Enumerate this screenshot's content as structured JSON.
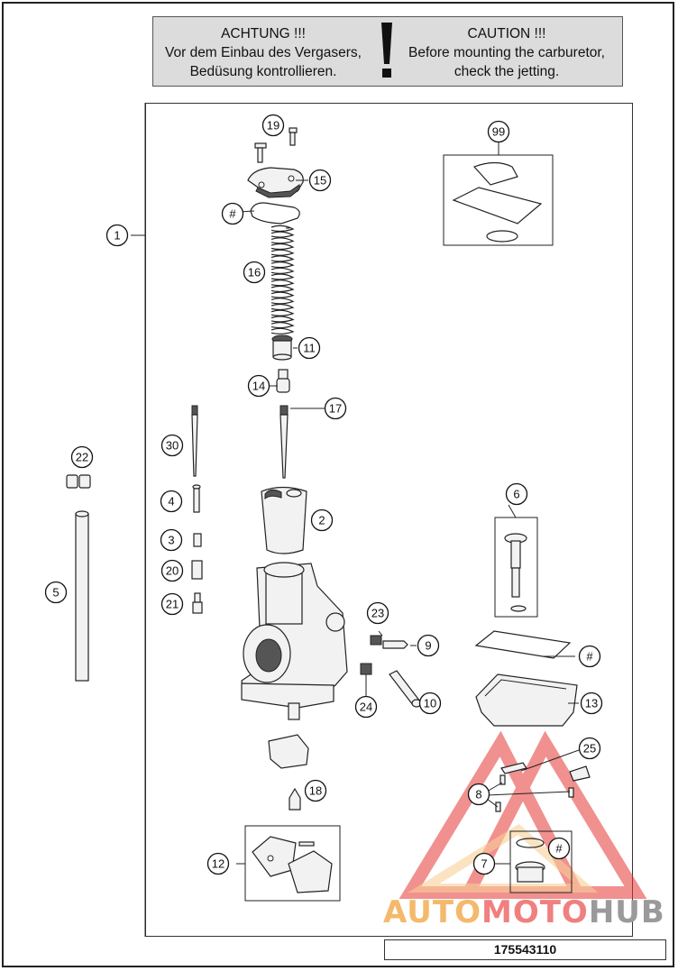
{
  "warning": {
    "de_title": "ACHTUNG !!!",
    "de_line1": "Vor dem Einbau des Vergasers,",
    "de_line2": "Bedüsung kontrollieren.",
    "en_title": "CAUTION !!!",
    "en_line1": "Before mounting the carburetor,",
    "en_line2": "check the jetting."
  },
  "callouts": [
    "1",
    "2",
    "3",
    "4",
    "5",
    "6",
    "7",
    "8",
    "9",
    "10",
    "11",
    "12",
    "13",
    "14",
    "15",
    "16",
    "17",
    "18",
    "19",
    "20",
    "21",
    "22",
    "23",
    "24",
    "25",
    "30",
    "99",
    "#",
    "#",
    "#",
    "#"
  ],
  "document_number": "175543110",
  "watermark": {
    "part_a": "AUTO",
    "part_b": "MOTO",
    "part_c": "HUB"
  },
  "colors": {
    "watermark_red": "#e53935",
    "watermark_orange": "#f4a742",
    "watermark_gray": "#8f8f8f",
    "warning_bg": "#dcdcdc"
  }
}
